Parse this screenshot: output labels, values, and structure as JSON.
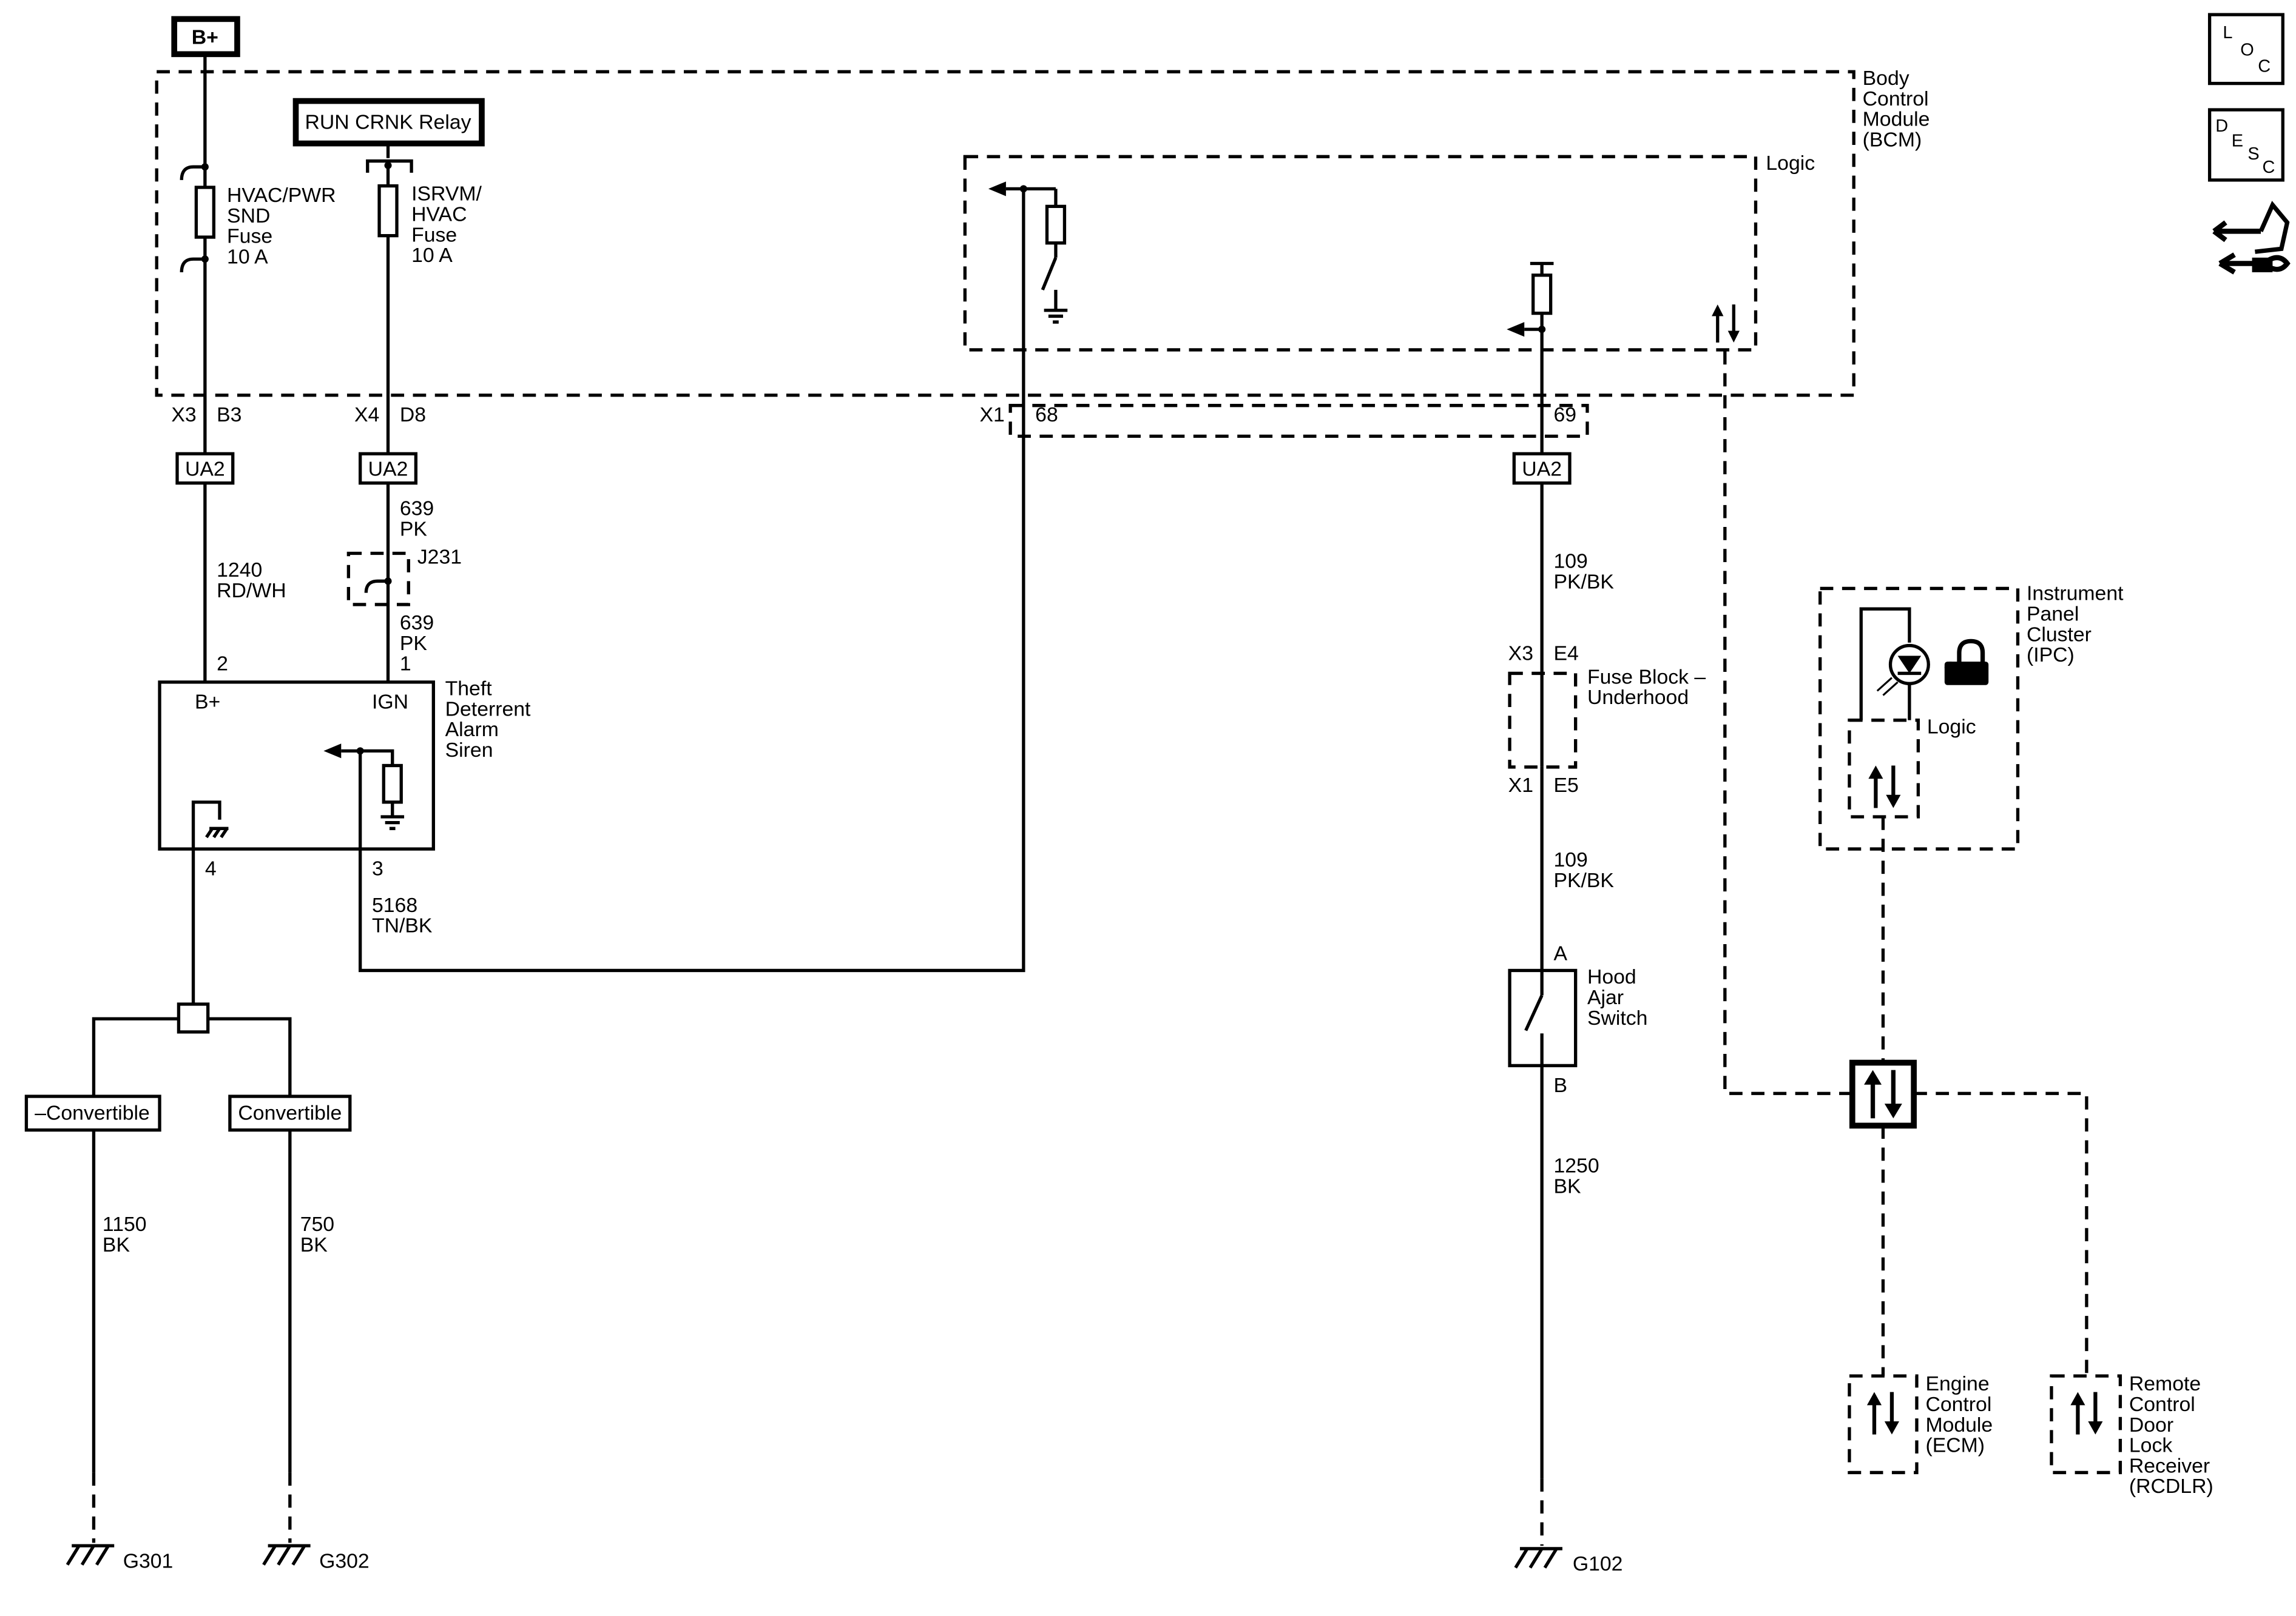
{
  "power": {
    "bplus": "B+",
    "relay": "RUN CRNK Relay"
  },
  "bcm": {
    "name": [
      "Body",
      "Control",
      "Module",
      "(BCM)"
    ],
    "logic": "Logic",
    "fuse1": [
      "HVAC/PWR",
      "SND",
      "Fuse",
      "10 A"
    ],
    "fuse2": [
      "ISRVM/",
      "HVAC",
      "Fuse",
      "10 A"
    ],
    "conn_x3": "X3",
    "pin_b3": "B3",
    "conn_x4": "X4",
    "pin_d8": "D8",
    "conn_x1": "X1",
    "pin_68": "68",
    "pin_69": "69"
  },
  "inline": {
    "ua2": "UA2"
  },
  "wires": {
    "w1240": [
      "1240",
      "RD/WH"
    ],
    "w639a": [
      "639",
      "PK"
    ],
    "w639b": [
      "639",
      "PK"
    ],
    "w5168": [
      "5168",
      "TN/BK"
    ],
    "w109a": [
      "109",
      "PK/BK"
    ],
    "w109b": [
      "109",
      "PK/BK"
    ],
    "w1250": [
      "1250",
      "BK"
    ],
    "w1150": [
      "1150",
      "BK"
    ],
    "w750": [
      "750",
      "BK"
    ]
  },
  "splice": {
    "j231": "J231"
  },
  "siren": {
    "name": [
      "Theft",
      "Deterrent",
      "Alarm",
      "Siren"
    ],
    "bplus": "B+",
    "ign": "IGN",
    "pin2": "2",
    "pin1": "1",
    "pin4": "4",
    "pin3": "3"
  },
  "options": {
    "no_conv": "–Convertible",
    "conv": "Convertible"
  },
  "grounds": {
    "g301": "G301",
    "g302": "G302",
    "g102": "G102"
  },
  "fuseblock": {
    "name": [
      "Fuse Block –",
      "Underhood"
    ],
    "x3": "X3",
    "e4": "E4",
    "x1": "X1",
    "e5": "E5"
  },
  "hood": {
    "name": [
      "Hood",
      "Ajar",
      "Switch"
    ],
    "pin_a": "A",
    "pin_b": "B"
  },
  "ipc": {
    "name": [
      "Instrument",
      "Panel",
      "Cluster",
      "(IPC)"
    ],
    "logic": "Logic"
  },
  "ecm": {
    "name": [
      "Engine",
      "Control",
      "Module",
      "(ECM)"
    ]
  },
  "rcdlr": {
    "name": [
      "Remote",
      "Control",
      "Door",
      "Lock",
      "Receiver",
      "(RCDLR)"
    ]
  },
  "nav": {
    "loc": [
      "L",
      "O",
      "C"
    ],
    "desc": [
      "D",
      "E",
      "S",
      "C"
    ]
  },
  "icons": [
    "loc-icon",
    "desc-icon",
    "connector-tool-icon",
    "lock-icon",
    "lamp-icon",
    "ground-icon"
  ]
}
